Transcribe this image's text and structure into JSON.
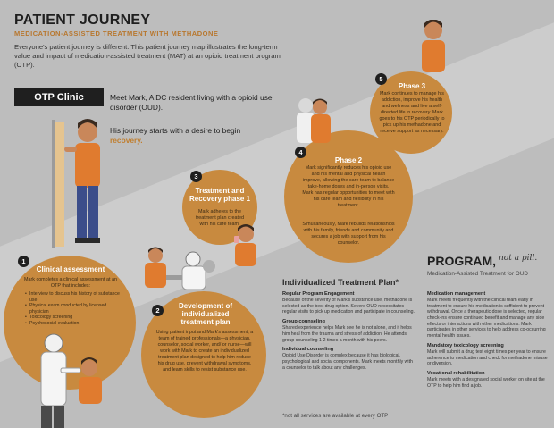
{
  "header": {
    "title": "PATIENT JOURNEY",
    "subtitle": "MEDICATION-ASSISTED TREATMENT WITH METHADONE",
    "intro": "Everyone's patient journey is different. This patient journey map illustrates the long-term value and impact of medication-assisted treatment (MAT) at an opioid treatment program (OTP)."
  },
  "clinic": {
    "tag": "OTP Clinic",
    "meet": "Meet Mark, A DC resident living with a opioid use disorder (OUD).",
    "journey_prefix": "His journey starts with a desire to begin ",
    "journey_highlight": "recovery."
  },
  "steps": [
    {
      "number": "1",
      "title": "Clinical assessment",
      "text": "Mark completes a clinical assessment at an OTP that includes:",
      "items": [
        "Interview to discuss his history of substance use",
        "Physical exam conducted by licensed physician",
        "Toxicology screening",
        "Psychosocial evaluation"
      ]
    },
    {
      "number": "2",
      "title": "Development of individualized treatment plan",
      "text": "Using patient input and Mark's assessment, a team of trained professionals—a physician, counselor, social worker, and/ or nurse—will work with Mark to create an individualized treatment plan designed to help him reduce his drug use, prevent withdrawal symptoms, and learn skills to resist substance use."
    },
    {
      "number": "3",
      "title": "Treatment and Recovery phase 1",
      "text": "Mark adheres to the treatment plan created with his care team."
    },
    {
      "number": "4",
      "title": "Phase 2",
      "text": "Mark significantly reduces his opioid use and his mental and physical health improve, allowing the care team to balance take-home doses and in-person visits. Mark has regular opportunities to meet with his care team and flexibility in his treatment.",
      "text2": "Simultaneously, Mark rebuilds relationships with his family, friends and community and secures a job with support from his counselor."
    },
    {
      "number": "5",
      "title": "Phase 3",
      "text": "Mark continues to manage his addiction, improve his health and wellness and live a self-directed life in recovery. Mark goes to his OTP periodically to pick up his methadone and receive support as necessary."
    }
  ],
  "program": {
    "title": "PROGRAM,",
    "tagline": "not a pill.",
    "subtitle": "Medication-Assisted Treatment for OUD"
  },
  "itp": {
    "title": "Individualized Treatment Plan*",
    "left": [
      {
        "heading": "Regular Program Engagement",
        "text": "Because of the severity of Mark's substance use, methadone is selected as the best drug option. Severe OUD necessitates regular visits to pick up medication and participate in counseling."
      },
      {
        "heading": "Group counseling",
        "text": "Shared experience helps Mark see he is not alone, and it helps him heal from the trauma and stress of addiction. He attends group counseling 1-2 times a month with his peers."
      },
      {
        "heading": "Individual counseling",
        "text": "Opioid Use Disorder is complex because it has biological, psychological and social components. Mark meets monthly with a counselor to talk about any challenges."
      }
    ],
    "right": [
      {
        "heading": "Medication management",
        "text": "Mark meets frequently with the clinical team early in treatment to ensure his medication is sufficient to prevent withdrawal. Once a therapeutic dose is selected, regular check-ins ensure continued benefit and manage any side effects or interactions with other medications. Mark participates in other services to help address co-occurring mental health issues."
      },
      {
        "heading": "Mandatory toxicology screening",
        "text": "Mark will submit a drug test eight times per year to ensure adherence to medication and check for methadone misuse or diversion."
      },
      {
        "heading": "Vocational rehabilitation",
        "text": "Mark meets with a designated social worker on site at the OTP to help him find a job."
      }
    ],
    "footnote": "*not all services are available at every OTP"
  },
  "colors": {
    "accent": "#c88a3f",
    "dark": "#1f1f1f",
    "background": "#bdbdbd"
  }
}
